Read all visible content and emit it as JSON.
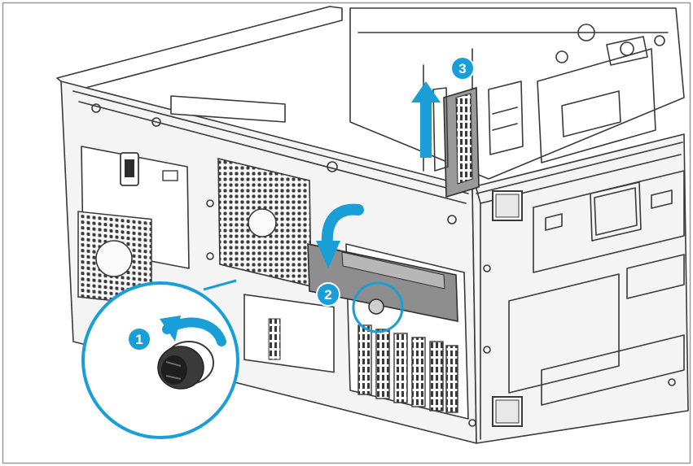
{
  "steps": [
    {
      "label": "1",
      "action": "loosen-thumbscrew"
    },
    {
      "label": "2",
      "action": "rotate-slot-cover-retainer"
    },
    {
      "label": "3",
      "action": "lift-expansion-board"
    }
  ],
  "colors": {
    "accent": "#1a9ed8",
    "callout_fill": "#1a9ed8",
    "line": "#3a3a3a",
    "frame": "#9a9a9a"
  }
}
